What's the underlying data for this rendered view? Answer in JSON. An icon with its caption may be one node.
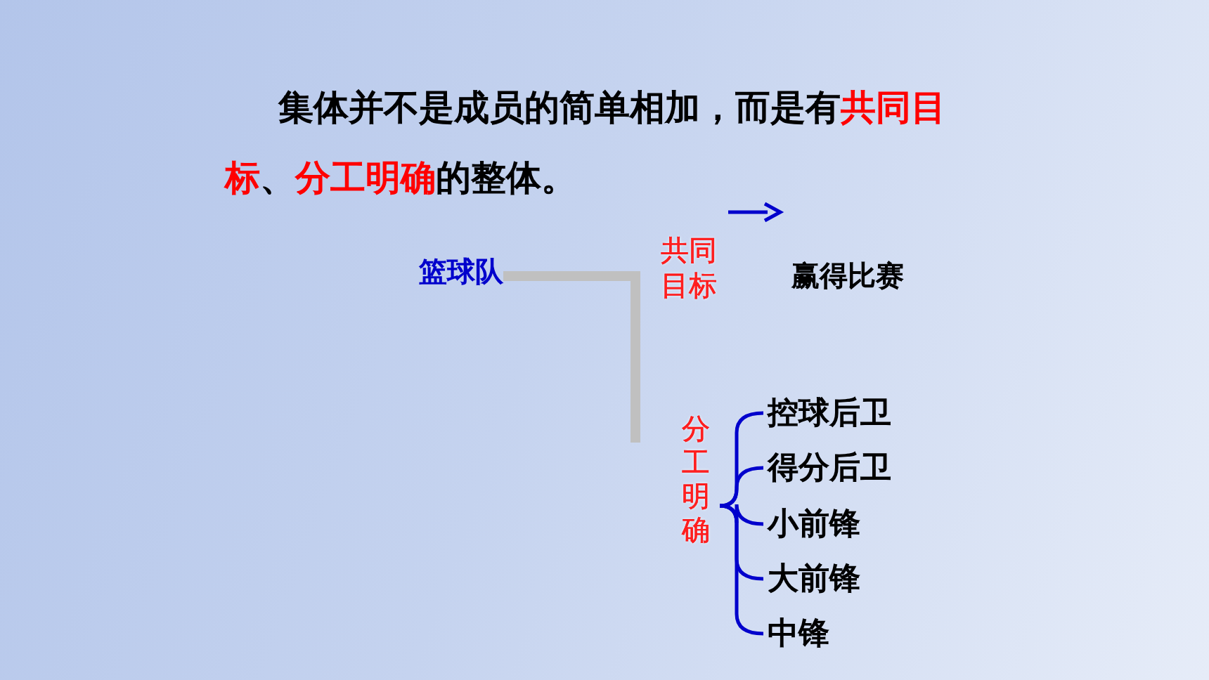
{
  "diagram": {
    "title": "集体并不是成员的简单相加，而是有**共同目标**、**分工明确**的整体。",
    "nodes": [
      {
        "text": [
          "篮球队"
        ]
      },
      {
        "text": [
          "共同目标"
        ]
      },
      {
        "text": [
          "分工明确"
        ]
      },
      {
        "text": [
          "赢得比赛"
        ]
      },
      {
        "text": [
          "控球后卫"
        ]
      },
      {
        "text": [
          "得分后卫"
        ]
      },
      {
        "text": [
          "小前锋"
        ]
      },
      {
        "text": [
          "大前锋"
        ]
      },
      {
        "text": [
          "中锋"
        ]
      }
    ],
    "edges": [
      {
        "from": 0,
        "to": 2,
        "arrow": "none",
        "style": "thick",
        "color": "#c0c0c0"
      },
      {
        "from": 2,
        "to": 4,
        "arrow": "none"
      },
      {
        "from": 2,
        "to": 5,
        "arrow": "none"
      },
      {
        "from": 2,
        "to": 6,
        "arrow": "none"
      },
      {
        "from": 2,
        "to": 7,
        "arrow": "none"
      },
      {
        "from": 2,
        "to": 8,
        "arrow": "none"
      }
    ]
  }
}
